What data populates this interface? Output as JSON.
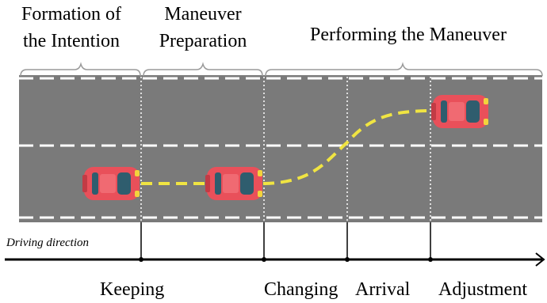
{
  "top_phases": {
    "formation": [
      "Formation of",
      "the Intention"
    ],
    "preparation": [
      "Maneuver",
      "Preparation"
    ],
    "performing": "Performing the Maneuver"
  },
  "direction_label": "Driving direction",
  "bottom_phases": {
    "keeping": "Keeping",
    "changing": "Changing",
    "arrival": "Arrival",
    "adjustment": "Adjustment"
  },
  "colors": {
    "road": "#7a7a7a",
    "lane_mark": "#ffffff",
    "trajectory": "#f0e442",
    "car_body": "#e9505a",
    "car_window": "#2f5d6e"
  }
}
